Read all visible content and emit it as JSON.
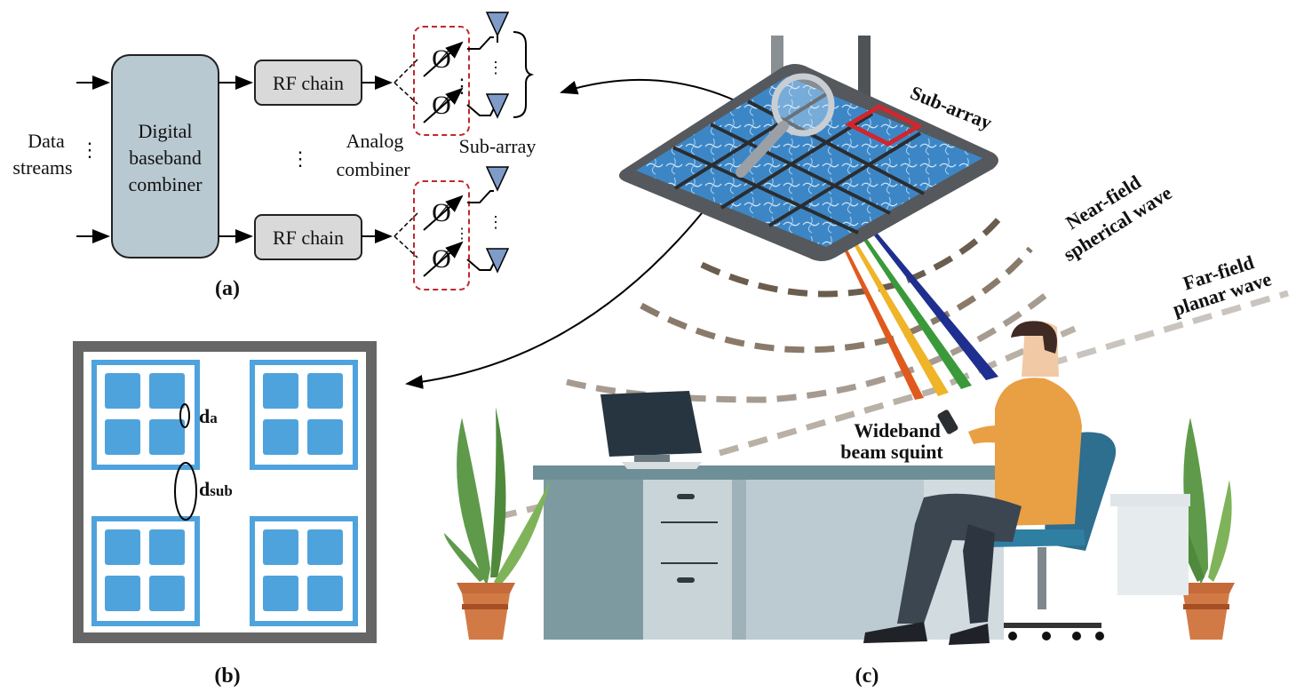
{
  "panel_a": {
    "caption": "(a)",
    "input_label_line1": "Data",
    "input_label_line2": "streams",
    "dots": "⋮",
    "baseband_line1": "Digital",
    "baseband_line2": "baseband",
    "baseband_line3": "combiner",
    "rf_chain_top": "RF chain",
    "rf_chain_bottom": "RF chain",
    "analog_line1": "Analog",
    "analog_line2": "combiner",
    "subarray_label": "Sub-array",
    "phase_shifter_symbol": "Ø"
  },
  "panel_b": {
    "caption": "(b)",
    "spacing_label_main": "d",
    "spacing_label_sub": "a",
    "subarray_spacing_main": "d",
    "subarray_spacing_sub": "sub"
  },
  "panel_c": {
    "caption": "(c)",
    "subarray_label": "Sub-array",
    "near_field_line1": "Near-field",
    "near_field_line2": "spherical wave",
    "far_field_line1": "Far-field",
    "far_field_line2": "planar wave",
    "squint_line1": "Wideband",
    "squint_line2": "beam squint",
    "beam_colors": [
      "#e05a1e",
      "#f0b429",
      "#3a9a3a",
      "#1f2f8f"
    ]
  },
  "colors": {
    "block_fill": "#b9c9d2",
    "rf_fill": "#d9d9d9",
    "dashed_box": "#c0282d",
    "antenna": "#7f9cc9",
    "subarray_blue": "#4fa3dc",
    "frame_gray": "#666666",
    "highlight_red": "#d0262d"
  }
}
